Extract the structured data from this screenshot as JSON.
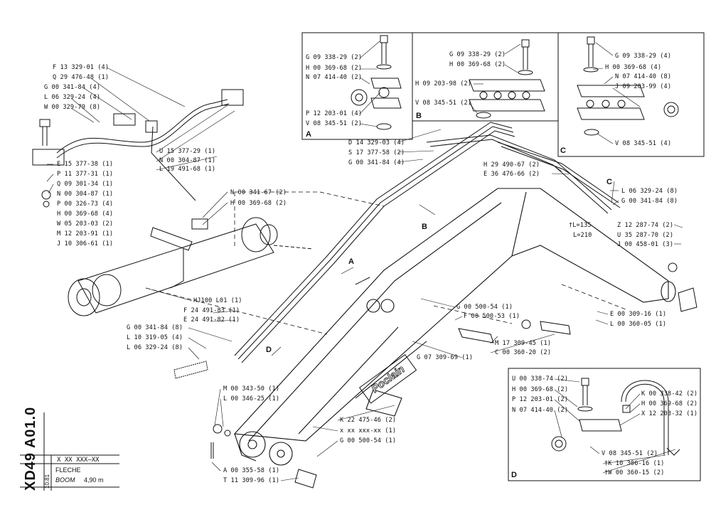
{
  "title_block": {
    "doc_code": "XD49 A01.0",
    "date": "10.81",
    "ref": "X XX XXX–XX",
    "name_fr": "FLECHE",
    "name_en": "BOOM",
    "size": "4,90 m",
    "brand": "Poclain"
  },
  "detail_letters": {
    "a": "A",
    "b": "B",
    "c": "C",
    "d": "D"
  },
  "labels": {
    "g_09338_29_a": "G 09 338-29 (2)",
    "h_00369_68_a": "H 00 369-68 (2)",
    "n_07414_40_a": "N 07 414-40 (2)",
    "p_12203_01_a": "P 12 203-01 (4)",
    "v_08345_51_a": "V 08 345-51 (2)",
    "g_09338_29_b": "G 09 338-29 (2)",
    "h_00369_68_b": "H 00 369-68 (2)",
    "h_09203_98_b": "H 09 203-98 (2)",
    "v_08345_51_b": "V 08 345-51 (2)",
    "g_09338_29_c": "G 09 338-29 (4)",
    "h_00369_68_c": "H 00 369-68 (4)",
    "n_07414_40_c": "N 07 414-40 (8)",
    "j_09203_99_c": "J 09 203-99 (4)",
    "v_08345_51_c": "V 08 345-51 (4)",
    "f_13329_01": "F 13 329-01 (4)",
    "q_29476_48": "Q 29 476-48 (1)",
    "g_00341_84_4": "G 00 341-84 (4)",
    "l_06329_24_4": "L 06 329-24 (4)",
    "w_00329_79": "W 00 329-79 (8)",
    "u_15377_29": "U 15 377-29 (1)",
    "n_00304_87_a": "N 00 304-87 (1)",
    "l_19491_68": "L 19 491-68 (1)",
    "e_15377_38": "E 15 377-38 (1)",
    "p_11377_31": "P 11 377-31 (1)",
    "q_09301_34": "Q 09 301-34 (1)",
    "n_00304_87_b": "N 00 304-87 (1)",
    "p_00326_73": "P 00 326-73 (4)",
    "h_00369_68_8": "H 00 369-68 (4)",
    "w_05203_03": "W 05 203-03 (2)",
    "m_12203_91": "M 12 203-91 (1)",
    "j_10306_61": "J 10 306-61 (1)",
    "n_00341_67": "N 00 341-67 (2)",
    "h_00369_68_2": "H 00 369-68 (2)",
    "d_14329_03": "D 14 329-03 (4)",
    "s_17377_58": "S 17 377-58 (2)",
    "g_00341_84_4b": "G 00 341-84 (4)",
    "h_29490_67": "H 29 490-67 (2)",
    "e_36476_66": "E 36 476-66 (2)",
    "l_06329_24_8a": "L 06 329-24 (8)",
    "g_00341_84_8a": "G 00 341-84 (8)",
    "hj100": "HJ100 L01 (1)",
    "f_24491_83": "F 24 491-83 (1)",
    "e_24491_82": "E 24 491-82 (1)",
    "l_135": "†L=135",
    "z_12287_74": "Z 12 287-74 (2)",
    "l_210": "L=210",
    "u_35287_70": "U 35 287-70 (2)",
    "j_00458_01": "J 00 458-01 (3)",
    "g_00500_54_1": "G 00 500-54 (1)",
    "f_00500_53": "F 00 500-53 (1)",
    "e_00309_16": "E 00 309-16 (1)",
    "l_00360_05": "L 00 360-05 (1)",
    "m_17309_45": "M 17 309-45 (1)",
    "c_00360_20": "C 00 360-20 (2)",
    "g_07309_69": "G 07 309-69 (1)",
    "g_00341_84_8b": "G 00 341-84 (8)",
    "l_10319_05": "L 10 319-05 (4)",
    "l_06329_24_8b": "L 06 329-24 (8)",
    "m_00343_50": "M 00 343-50 (1)",
    "l_00346_25": "L 00 346-25 (1)",
    "k_22475_46": "K 22 475-46 (2)",
    "x_xx": "x xx xxx-xx (1)",
    "g_00500_54_2": "G 00 500-54 (1)",
    "a_00355_58": "A 00 355-58 (1)",
    "t_11309_96": "T 11 309-96 (1)",
    "u_00338_74": "U 00 338-74 (2)",
    "h_00369_68_d": "H 00 369-68 (2)",
    "p_12203_01_d": "P 12 203-01 (2)",
    "n_07414_40_d": "N 07 414-40 (2)",
    "k_00338_42": "K 00 338-42 (2)",
    "h_00369_68_d2": "H 00 369-68 (2)",
    "x_12203_32": "X 12 203-32 (1)",
    "v_08345_51_d": "V 08 345-51 (2)",
    "k_10306_16": "†K 10 306-16 (1)",
    "w_00360_15": "†W 00 360-15 (2)"
  }
}
